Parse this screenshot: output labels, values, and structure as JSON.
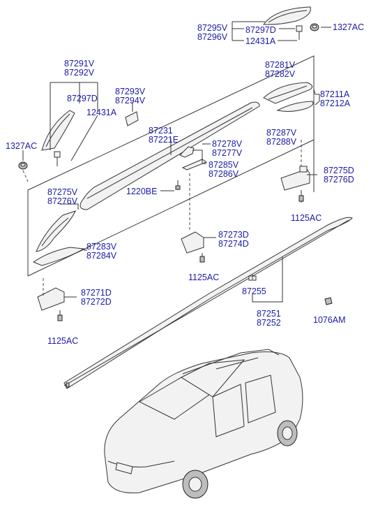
{
  "labels": {
    "p87295v": "87295V",
    "p87296v": "87296V",
    "p87297d_top": "87297D",
    "p12431a_top": "12431A",
    "p1327ac_right": "1327AC",
    "p87291v": "87291V",
    "p87292v": "87292V",
    "p87297d_left": "87297D",
    "p12431a_left": "12431A",
    "p87293v": "87293V",
    "p87294v": "87294V",
    "p87281v": "87281V",
    "p87282v": "87282V",
    "p87211a": "87211A",
    "p87212a": "87212A",
    "p87287v": "87287V",
    "p87288v": "87288V",
    "p1327ac_left": "1327AC",
    "p87231": "87231",
    "p87221e": "87221E",
    "p87278v": "87278V",
    "p87277v": "87277V",
    "p87285v": "87285V",
    "p87286v": "87286V",
    "p87275d": "87275D",
    "p87276d": "87276D",
    "p1220be": "1220BE",
    "p87275v": "87275V",
    "p87276v": "87276V",
    "p1125ac_right": "1125AC",
    "p87273d": "87273D",
    "p87274d": "87274D",
    "p87283v": "87283V",
    "p87284v": "87284V",
    "p1125ac_mid": "1125AC",
    "p87255": "87255",
    "p87271d": "87271D",
    "p87272d": "87272D",
    "p87251": "87251",
    "p87252": "87252",
    "p1076am": "1076AM",
    "p1125ac_left": "1125AC"
  },
  "colors": {
    "label": "#1a1aa8",
    "line": "#333333"
  }
}
